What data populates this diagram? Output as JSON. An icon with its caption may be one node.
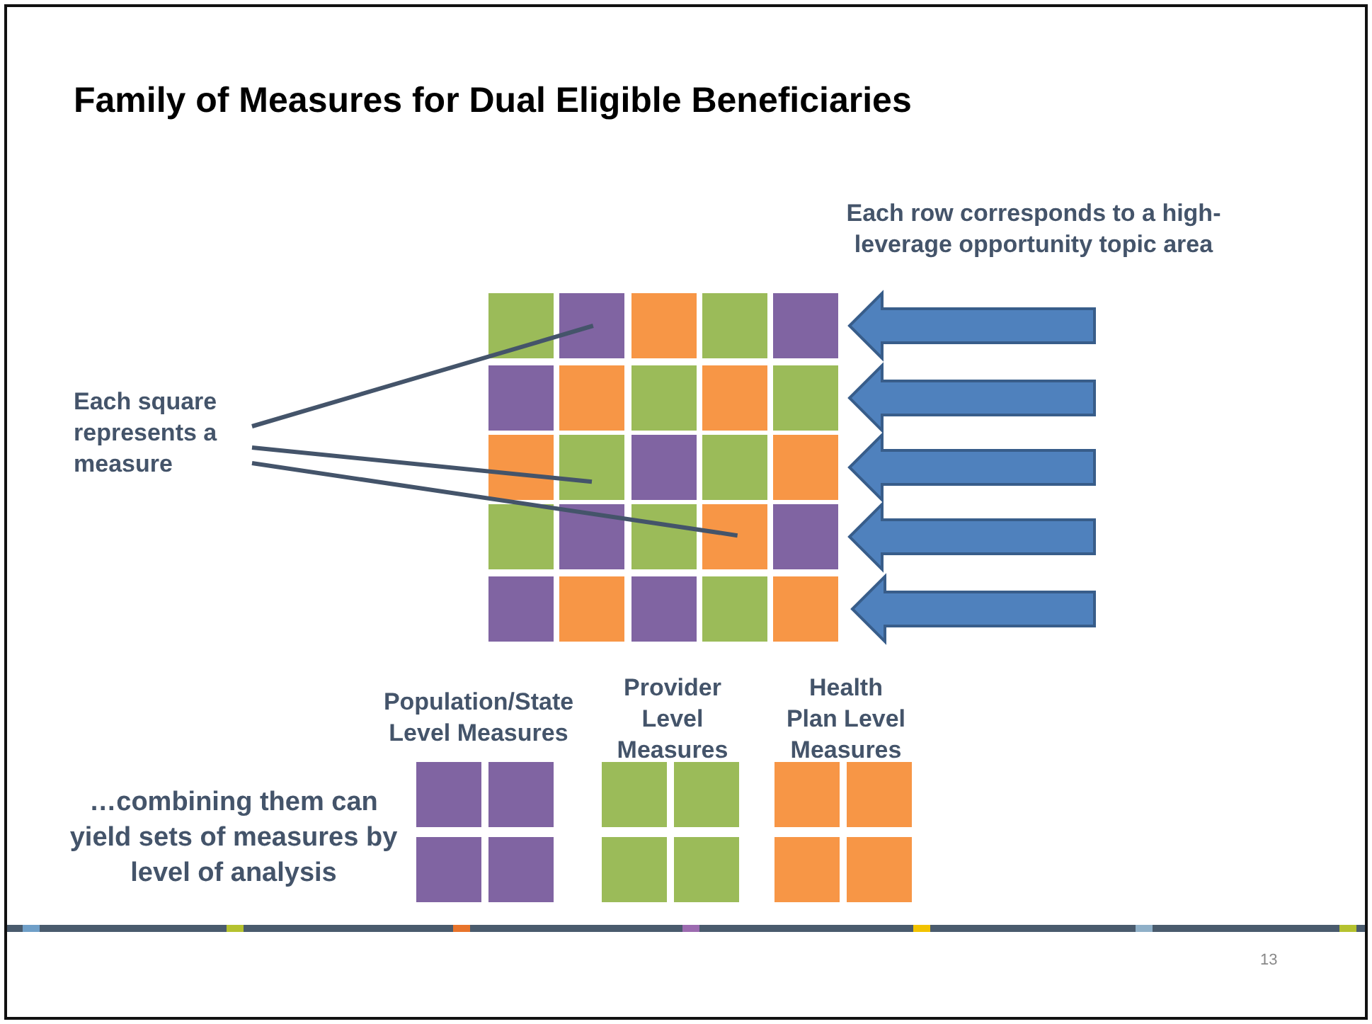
{
  "diagram": {
    "title": "Family of Measures for Dual Eligible Beneficiaries",
    "nodes": [
      {
        "text": [
          "Each square represents a measure"
        ]
      },
      {
        "text": [],
        "shape": "box"
      },
      {
        "text": [],
        "shape": "box"
      },
      {
        "text": [],
        "shape": "box"
      },
      {
        "text": [],
        "shape": "box"
      },
      {
        "text": [],
        "shape": "box"
      },
      {
        "text": [],
        "shape": "box"
      },
      {
        "text": [],
        "shape": "box"
      },
      {
        "text": [],
        "shape": "box"
      },
      {
        "text": [],
        "shape": "box"
      },
      {
        "text": [],
        "shape": "box"
      },
      {
        "text": [],
        "shape": "box"
      },
      {
        "text": [],
        "shape": "box"
      },
      {
        "text": [],
        "shape": "box"
      },
      {
        "text": [],
        "shape": "box"
      },
      {
        "text": [],
        "shape": "box"
      },
      {
        "text": [],
        "shape": "box"
      },
      {
        "text": [],
        "shape": "box"
      },
      {
        "text": [],
        "shape": "box"
      },
      {
        "text": [],
        "shape": "box"
      },
      {
        "text": [],
        "shape": "box"
      },
      {
        "text": [],
        "shape": "box"
      },
      {
        "text": [],
        "shape": "box"
      },
      {
        "text": [],
        "shape": "box"
      },
      {
        "text": [],
        "shape": "box"
      },
      {
        "text": [],
        "shape": "box"
      },
      {
        "text": [],
        "shape": "box"
      },
      {
        "text": [],
        "shape": "box"
      },
      {
        "text": [],
        "shape": "box"
      },
      {
        "text": [],
        "shape": "box"
      },
      {
        "text": [],
        "shape": "box"
      },
      {
        "text": [],
        "shape": "box"
      },
      {
        "text": [],
        "shape": "box"
      },
      {
        "text": [],
        "shape": "box"
      },
      {
        "text": [],
        "shape": "box"
      },
      {
        "text": [],
        "shape": "box"
      },
      {
        "text": [],
        "shape": "box"
      },
      {
        "text": [],
        "shape": "box"
      }
    ],
    "edges": [
      {
        "from": 0,
        "to": 2,
        "arrow": "none"
      },
      {
        "from": 0,
        "to": 12,
        "arrow": "none"
      },
      {
        "from": 0,
        "to": 19,
        "arrow": "none"
      }
    ],
    "labels": [
      "Each row corresponds to a high-leverage opportunity topic area",
      "Population/State Level Measures",
      "Provider Level Measures",
      "Health Plan Level Measures",
      "…combining them can yield sets of measures by level of analysis",
      "13"
    ]
  }
}
